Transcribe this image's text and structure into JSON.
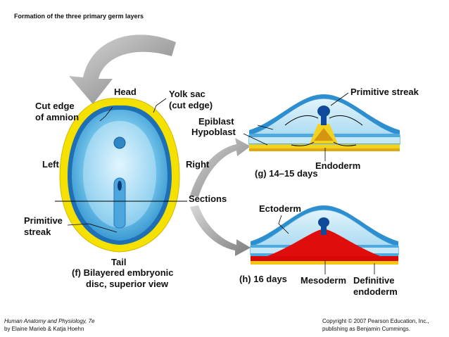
{
  "title": "Formation of the three primary germ layers",
  "panel_f": {
    "head": "Head",
    "tail": "Tail",
    "left": "Left",
    "right": "Right",
    "cut_edge_amnion_1": "Cut edge",
    "cut_edge_amnion_2": "of amnion",
    "yolk_sac_1": "Yolk sac",
    "yolk_sac_2": "(cut edge)",
    "primitive_streak_1": "Primitive",
    "primitive_streak_2": "streak",
    "sections": "Sections",
    "caption_1": "(f) Bilayered embryonic",
    "caption_2": "disc, superior view"
  },
  "panel_g": {
    "primitive_streak": "Primitive streak",
    "epiblast": "Epiblast",
    "hypoblast": "Hypoblast",
    "endoderm": "Endoderm",
    "caption": "(g) 14–15 days"
  },
  "panel_h": {
    "ectoderm": "Ectoderm",
    "mesoderm": "Mesoderm",
    "definitive_endoderm_1": "Definitive",
    "definitive_endoderm_2": "endoderm",
    "caption": "(h) 16 days"
  },
  "footer": {
    "book_1": "Human Anatomy and Physiology, 7e",
    "book_2": "by Elaine Marieb & Katja Hoehn",
    "copyright_1": "Copyright © 2007 Pearson Education, Inc.,",
    "copyright_2": "publishing as Benjamin Cummings."
  }
}
